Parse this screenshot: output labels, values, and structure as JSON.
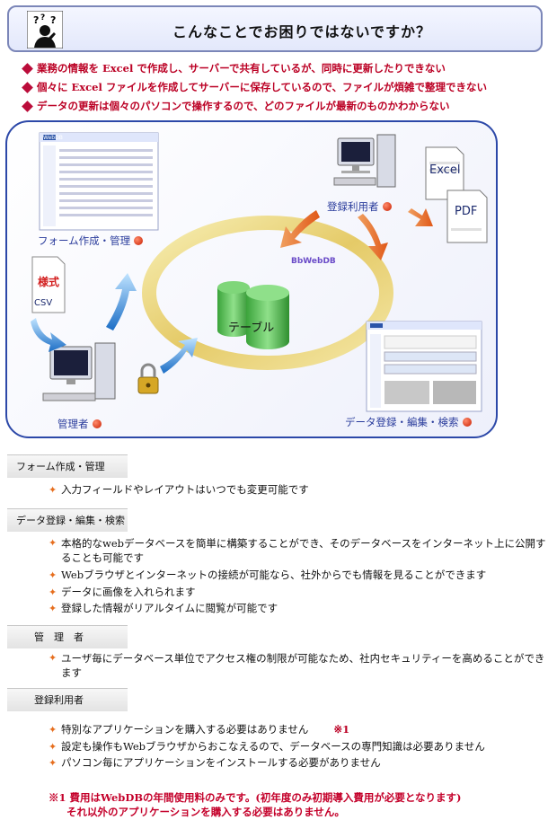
{
  "header": {
    "title": "こんなことでお困りではないですか？",
    "icon": "question-person-icon"
  },
  "issues": [
    "業務の情報を Excel で作成し、サーバーで共有しているが、同時に更新したりできない",
    "個々に Excel ファイルを作成してサーバーに保存しているので、ファイルが煩雑で整理できない",
    "データの更新は個々のパソコンで操作するので、どのファイルが最新のものかわからない"
  ],
  "diagram": {
    "form_label": "フォーム作成・管理",
    "user_label": "登録利用者",
    "admin_label": "管理者",
    "data_label": "データ登録・編集・検索",
    "db_label": "BbWebDB",
    "table_label": "テーブル",
    "excel_label": "Excel",
    "pdf_label": "PDF",
    "csv_label": "CSV",
    "screen_brand": "WebDB"
  },
  "sections": {
    "form": {
      "title": "フォーム作成・管理",
      "items": [
        "入力フィールドやレイアウトはいつでも変更可能です"
      ]
    },
    "data": {
      "title": "データ登録・編集・検索",
      "items": [
        "本格的なwebデータベースを簡単に構築することができ、そのデータベースをインターネット上に公開することも可能です",
        "Webブラウザとインターネットの接続が可能なら、社外からでも情報を見ることができます",
        "データに画像を入れられます",
        "登録した情報がリアルタイムに閲覧が可能です"
      ]
    },
    "admin": {
      "title": "管　理　者",
      "items": [
        "ユーザ毎にデータベース単位でアクセス権の制限が可能なため、社内セキュリティーを高めることができます"
      ]
    },
    "user": {
      "title": "登録利用者",
      "items": [
        "特別なアプリケーションを購入する必要はありません",
        "設定も操作もWebブラウザからおこなえるので、データベースの専門知識は必要ありません",
        "パソコン毎にアプリケーションをインストールする必要がありません"
      ],
      "note_mark": "※1"
    }
  },
  "footnote": {
    "line1": "※1 費用はWebDBの年間使用料のみです。(初年度のみ初期導入費用が必要となります)",
    "line2": "それ以外のアプリケーションを購入する必要はありません。"
  },
  "colors": {
    "accent_red": "#bb0024",
    "diagram_border": "#2c48a8",
    "label_blue": "#2a3c9c",
    "star_orange": "#e66e1e"
  }
}
